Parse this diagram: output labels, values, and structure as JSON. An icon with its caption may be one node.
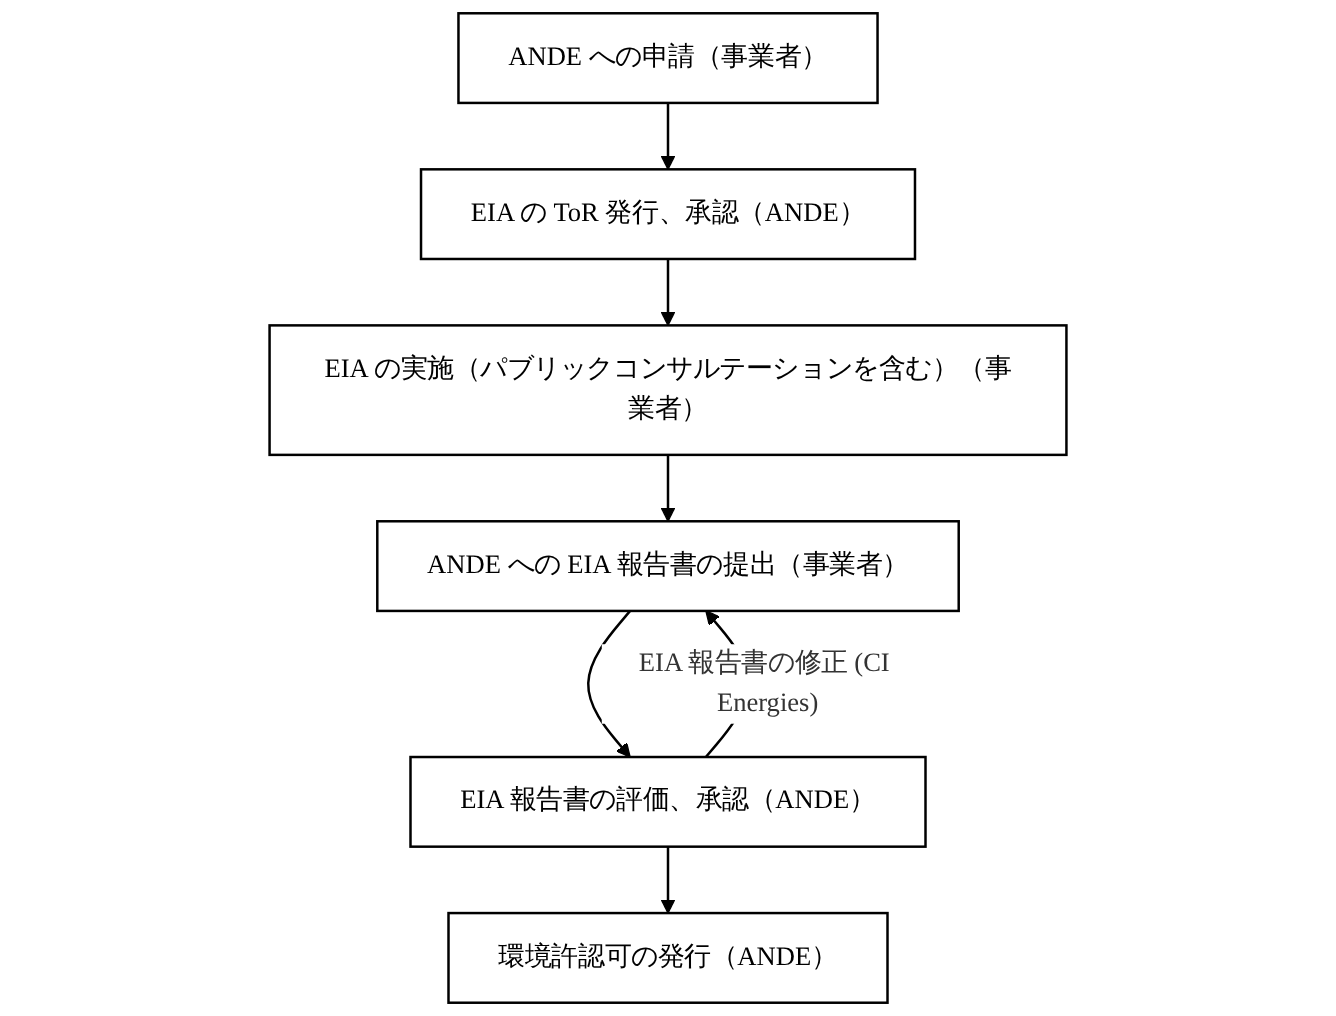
{
  "diagram": {
    "nodes": [
      {
        "text": [
          "ANDE への申請（事業者）"
        ]
      },
      {
        "text": [
          "EIA の ToR 発行、承認（ANDE）"
        ]
      },
      {
        "text": [
          "EIA の実施（パブリックコンサルテーションを含む）（事業者）"
        ]
      },
      {
        "text": [
          "ANDE への EIA 報告書の提出（事業者）"
        ]
      },
      {
        "text": [
          "EIA 報告書の評価、承認（ANDE）"
        ]
      },
      {
        "text": [
          "環境許認可の発行（ANDE）"
        ]
      }
    ],
    "edges": [
      {
        "from": 0,
        "to": 1,
        "arrow": "to"
      },
      {
        "from": 1,
        "to": 2,
        "arrow": "to"
      },
      {
        "from": 2,
        "to": 3,
        "arrow": "to"
      },
      {
        "from": 3,
        "to": 4,
        "arrow": "to"
      },
      {
        "from": 4,
        "to": 5,
        "arrow": "to"
      },
      {
        "from": 4,
        "to": 3,
        "arrow": "to",
        "label": "EIA 報告書の修正 (CI Energies)"
      }
    ]
  }
}
